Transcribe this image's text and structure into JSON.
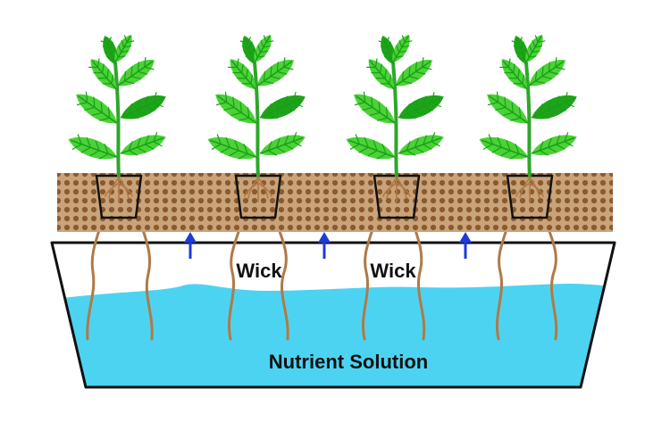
{
  "labels": {
    "wick_left": "Wick",
    "wick_right": "Wick",
    "solution": "Nutrient Solution"
  },
  "plants": [
    {
      "name": "plant-1"
    },
    {
      "name": "plant-2"
    },
    {
      "name": "plant-3"
    },
    {
      "name": "plant-4"
    }
  ],
  "arrow_icon": "arrow-up-icon",
  "colors": {
    "leaf": "#4CD137",
    "leaf_dark": "#1FA31A",
    "leaf_vein": "#16A016",
    "stem": "#2EA62A",
    "grow_medium": "#C9A37A",
    "grow_medium_dots": "#8A5A2E",
    "water": "#4DD3F2",
    "wick": "#B07A45",
    "arrow": "#1E3BD8",
    "outline": "#111111"
  }
}
